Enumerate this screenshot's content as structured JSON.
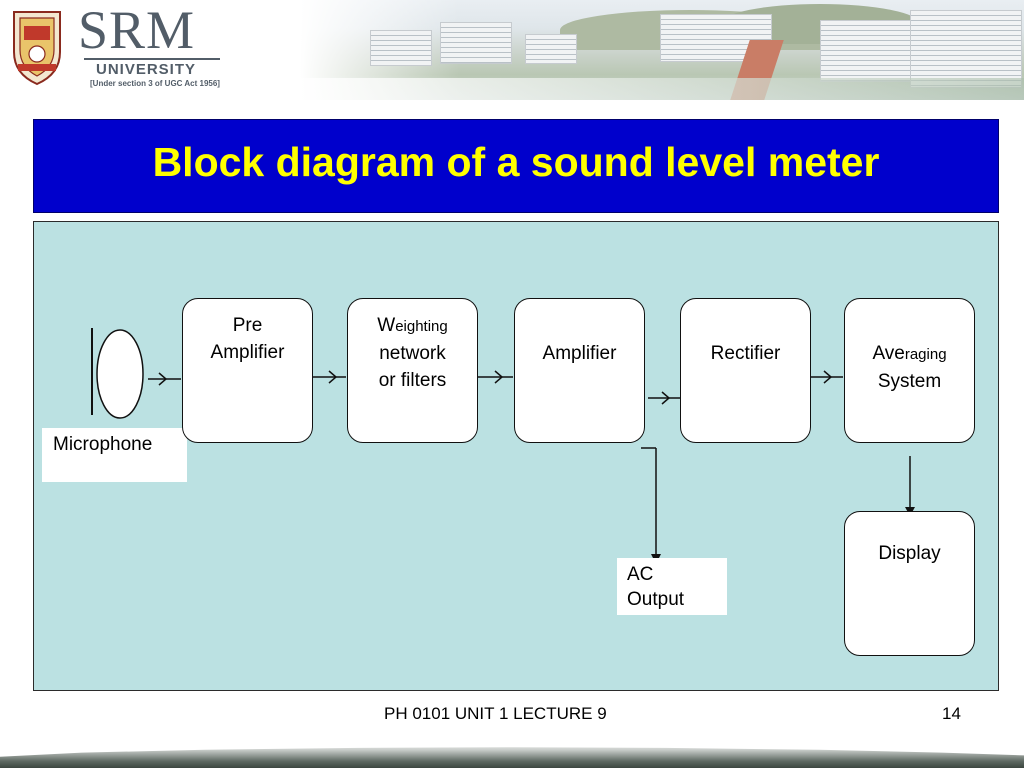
{
  "header": {
    "logo_name": "SRM",
    "logo_subtitle": "UNIVERSITY",
    "logo_note": "[Under section 3 of UGC Act 1956]"
  },
  "slide": {
    "title": "Block diagram of a sound level meter"
  },
  "diagram": {
    "microphone_label": "Microphone",
    "pre_amplifier": {
      "line1": "Pre",
      "line2": "Amplifier"
    },
    "weighting": {
      "big_letter": "W",
      "rest": "eighting",
      "line2": "network",
      "line3": "or filters"
    },
    "amplifier": {
      "label": "Amplifier"
    },
    "rectifier": {
      "label": "Rectifier"
    },
    "averaging": {
      "big_part": "Ave",
      "small_part": "raging",
      "line2": "System"
    },
    "display": {
      "label": "Display"
    },
    "ac_output": {
      "line1": "AC",
      "line2": "Output"
    }
  },
  "footer": {
    "lecture": "PH 0101 UNIT 1 LECTURE 9",
    "page_number": "14"
  },
  "colors": {
    "title_bg": "#0000cc",
    "title_text": "#ffff00",
    "panel_bg": "#bbe1e2"
  }
}
